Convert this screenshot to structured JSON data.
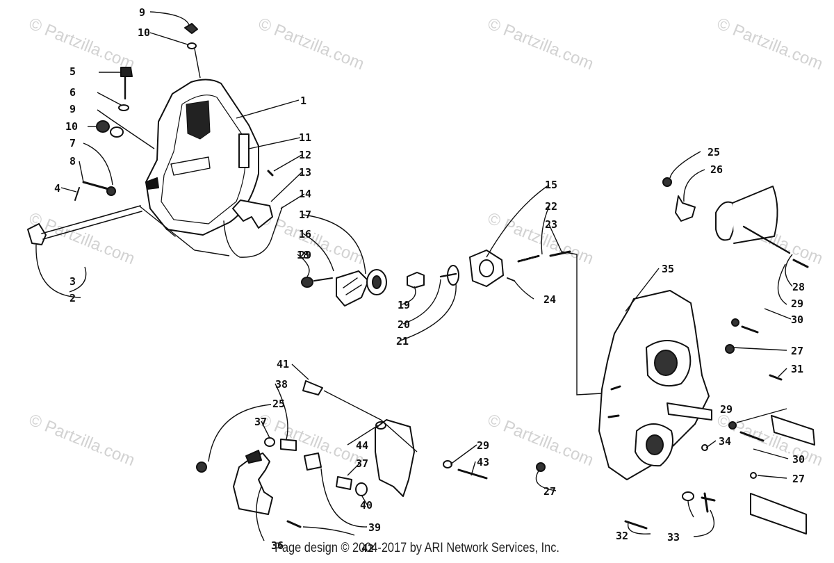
{
  "watermark": "© Partzilla.com",
  "footer": "Page design © 2004-2017 by ARI Network Services, Inc.",
  "callouts": [
    "1",
    "2",
    "3",
    "4",
    "5",
    "6",
    "7",
    "8",
    "9",
    "9",
    "10",
    "10",
    "11",
    "12",
    "13",
    "14",
    "15",
    "16",
    "17",
    "18",
    "19",
    "20",
    "21",
    "22",
    "23",
    "24",
    "25",
    "25",
    "26",
    "27",
    "27",
    "27",
    "28",
    "29",
    "29",
    "29",
    "29",
    "30",
    "30",
    "31",
    "32",
    "33",
    "34",
    "35",
    "36",
    "37",
    "37",
    "38",
    "39",
    "40",
    "41",
    "42",
    "43",
    "44"
  ]
}
